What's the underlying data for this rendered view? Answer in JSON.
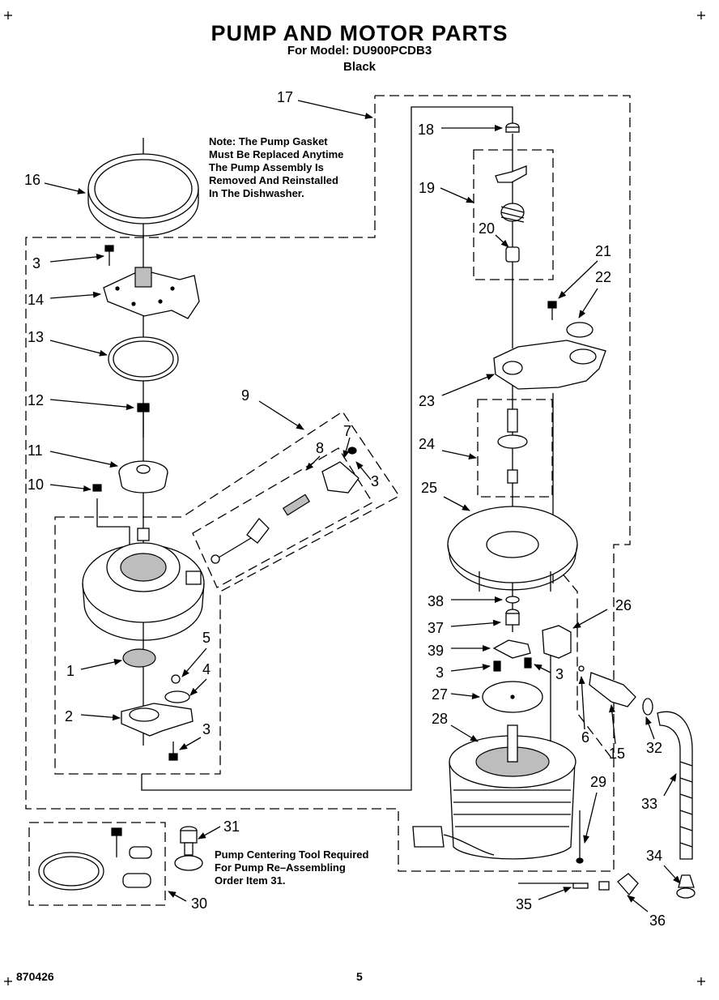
{
  "header": {
    "title": "PUMP AND MOTOR PARTS",
    "model": "For Model: DU900PCDB3",
    "color": "Black"
  },
  "notes": {
    "gasket_lines": [
      "Note: The Pump Gasket",
      "Must Be Replaced Anytime",
      "The Pump Assembly Is",
      "Removed And Reinstalled",
      "In The Dishwasher."
    ],
    "tool_lines": [
      "Pump Centering Tool Required",
      "For Pump Re–Assembling",
      "Order Item 31."
    ]
  },
  "callouts": {
    "c17": "17",
    "c18": "18",
    "c19": "19",
    "c20": "20",
    "c21": "21",
    "c22": "22",
    "c16": "16",
    "c3a": "3",
    "c14": "14",
    "c13": "13",
    "c12": "12",
    "c9": "9",
    "c8": "8",
    "c7": "7",
    "c3b": "3",
    "c11": "11",
    "c10": "10",
    "c23": "23",
    "c24": "24",
    "c25": "25",
    "c38": "38",
    "c37": "37",
    "c39": "39",
    "c26": "26",
    "c3c": "3",
    "c3d": "3",
    "c27": "27",
    "c28": "28",
    "c5": "5",
    "c4": "4",
    "c1": "1",
    "c2": "2",
    "c3e": "3",
    "c6": "6",
    "c15": "15",
    "c32": "32",
    "c33": "33",
    "c29": "29",
    "c31": "31",
    "c30": "30",
    "c34": "34",
    "c35": "35",
    "c36": "36"
  },
  "footer": {
    "doc_number": "870426",
    "page_number": "5"
  }
}
